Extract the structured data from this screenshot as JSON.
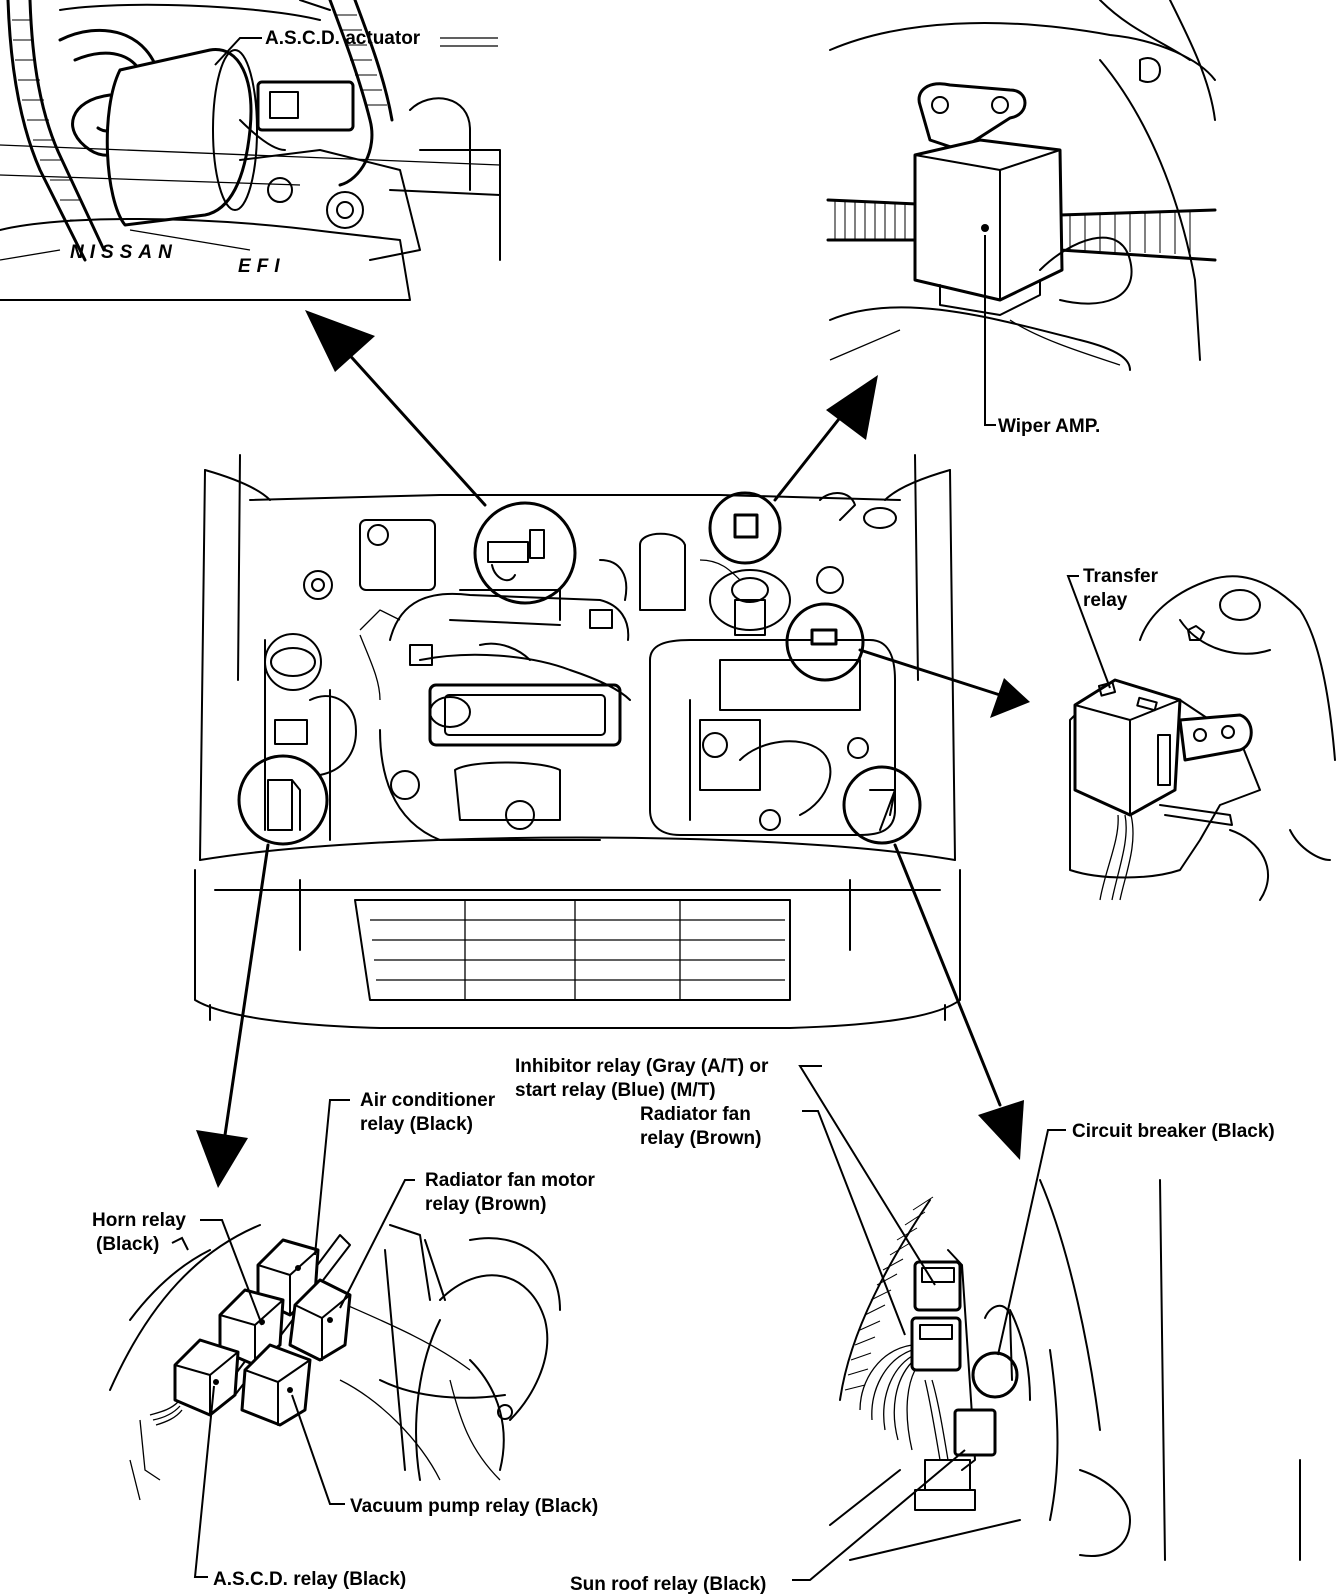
{
  "labels": {
    "ascd_actuator": "A.S.C.D. actuator",
    "nissan_emblem": "NISSAN",
    "efi_emblem": "EFI",
    "wiper_amp": "Wiper AMP.",
    "transfer_relay_1": "Transfer",
    "transfer_relay_2": "relay",
    "inhibitor_relay_1": "Inhibitor relay (Gray (A/T) or",
    "inhibitor_relay_2": "start relay (Blue) (M/T)",
    "radiator_fan_relay_1": "Radiator fan",
    "radiator_fan_relay_2": "relay (Brown)",
    "circuit_breaker": "Circuit breaker (Black)",
    "air_conditioner_relay_1": "Air conditioner",
    "air_conditioner_relay_2": "relay (Black)",
    "radiator_fan_motor_relay_1": "Radiator fan motor",
    "radiator_fan_motor_relay_2": "relay (Brown)",
    "horn_relay_1": "Horn relay",
    "horn_relay_2": "(Black)",
    "vacuum_pump_relay": "Vacuum pump relay (Black)",
    "ascd_relay": "A.S.C.D. relay (Black)",
    "sun_roof_relay": "Sun roof relay (Black)"
  }
}
